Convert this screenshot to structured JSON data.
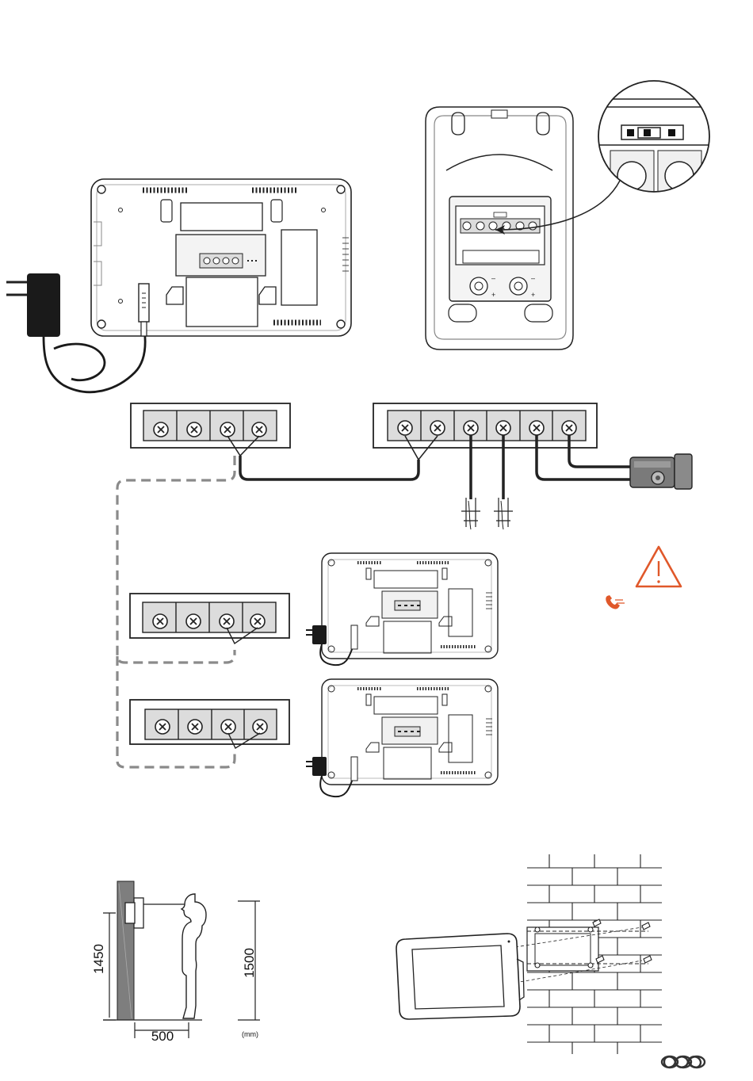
{
  "installation": {
    "height_mm": "1450",
    "eye_height_mm": "1500",
    "distance_mm": "500",
    "unit_label": "(mm)"
  },
  "door_station": {
    "polarity_minus": "–",
    "polarity_plus": "+"
  },
  "icons": {
    "warning": "warning-triangle-icon",
    "phone": "phone-transfer-icon",
    "logo": "brand-logo-icon"
  },
  "colors": {
    "accent": "#e0582a",
    "line": "#222222",
    "terminal_fill": "#dcdcdc",
    "panel_fill": "#f4f4f4",
    "dashed_cable": "#8a8a8a"
  }
}
